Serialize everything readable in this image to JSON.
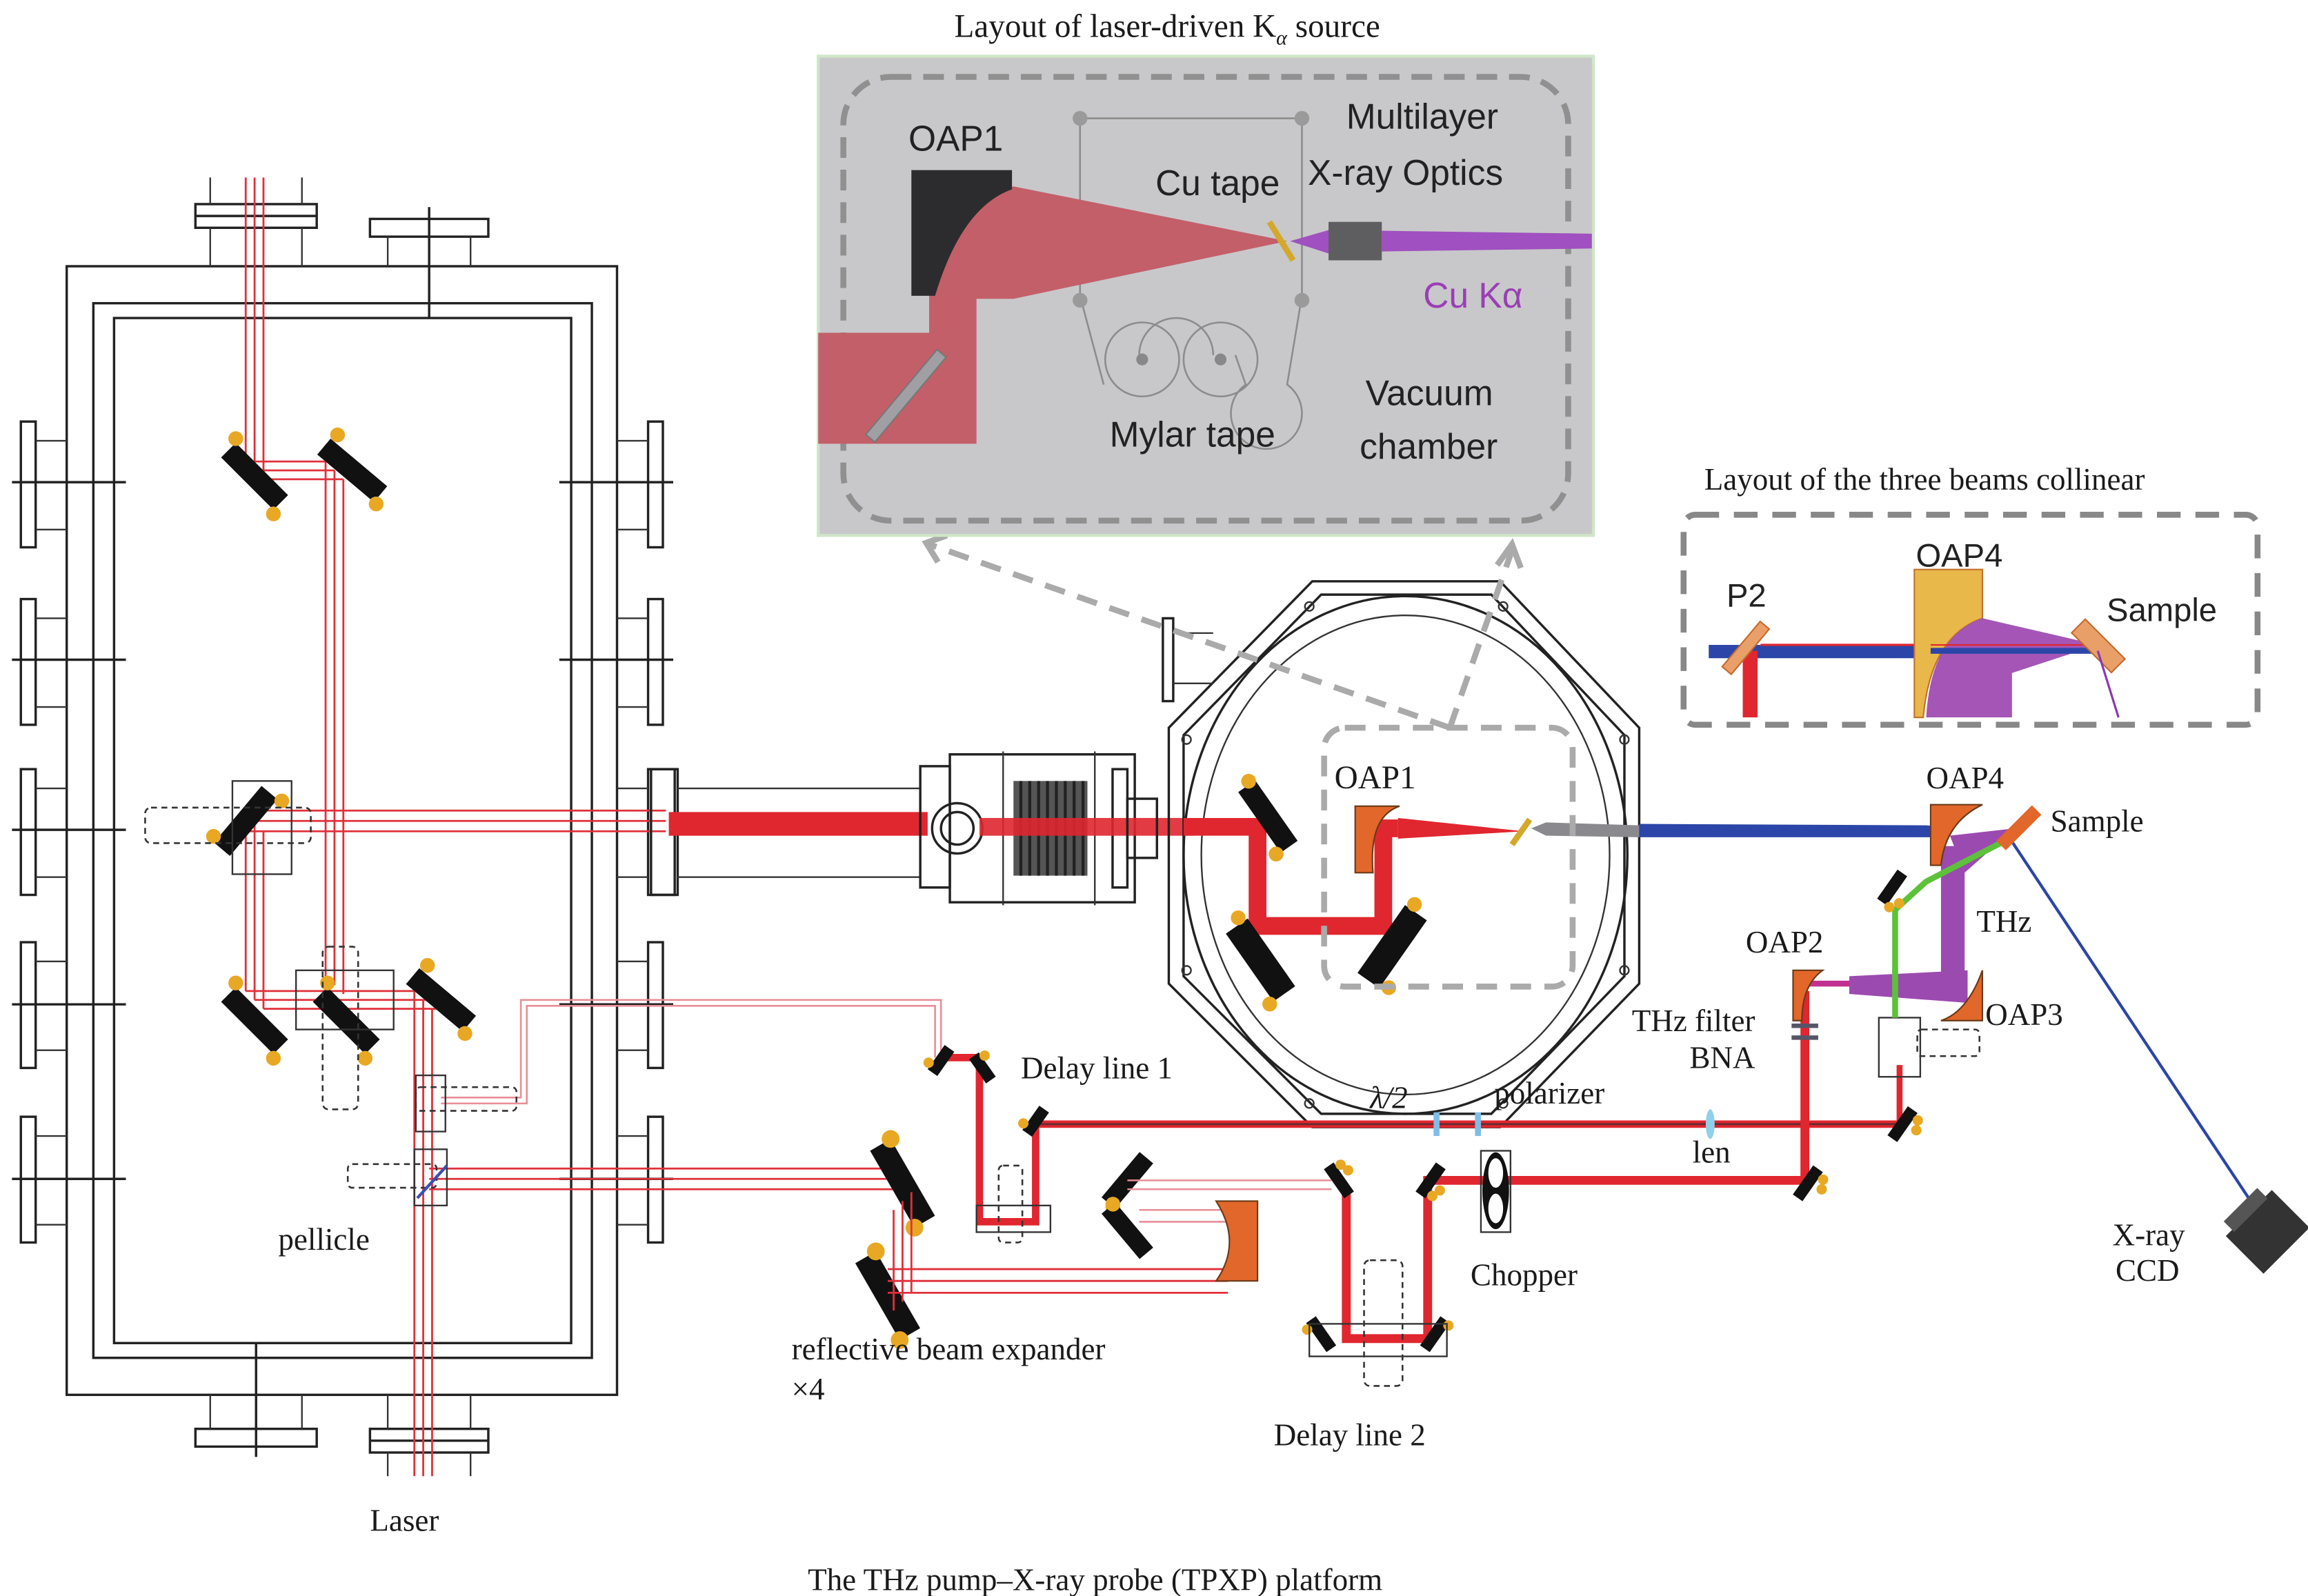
{
  "titles": {
    "kalpha_inset": "Layout of laser-driven K",
    "kalpha_sub": "α",
    "kalpha_suffix": " source",
    "collinear_inset": "Layout of the three beams collinear",
    "caption": "The THz pump–X-ray probe (TPXP) platform"
  },
  "kalpha_inset": {
    "oap1": "OAP1",
    "cu_tape": "Cu tape",
    "multilayer_1": "Multilayer",
    "multilayer_2": "X-ray Optics",
    "cu_kalpha": "Cu Kα",
    "mylar": "Mylar tape",
    "vacuum_1": "Vacuum",
    "vacuum_2": "chamber"
  },
  "collinear_inset": {
    "p2": "P2",
    "oap4": "OAP4",
    "sample": "Sample"
  },
  "labels": {
    "oap1": "OAP1",
    "oap2": "OAP2",
    "oap3": "OAP3",
    "oap4": "OAP4",
    "sample": "Sample",
    "thz": "THz",
    "thz_filter": "THz filter",
    "bna": "BNA",
    "delay1": "Delay line 1",
    "delay2": "Delay line 2",
    "lambda2": "λ/2",
    "polarizer": "polarizer",
    "len": "len",
    "chopper": "Chopper",
    "expander_1": "reflective beam expander",
    "expander_2": "×4",
    "pellicle": "pellicle",
    "laser": "Laser",
    "xray_1": "X-ray",
    "xray_2": "CCD"
  },
  "colors": {
    "laser_red": "#e0262f",
    "xray_blue": "#2b46a8",
    "thz_purple": "#9b4ab0",
    "probe_green": "#5cc23a",
    "oap_orange": "#e2672a",
    "mount_gold": "#e8a824",
    "inset_gray": "#c8c8ca"
  }
}
